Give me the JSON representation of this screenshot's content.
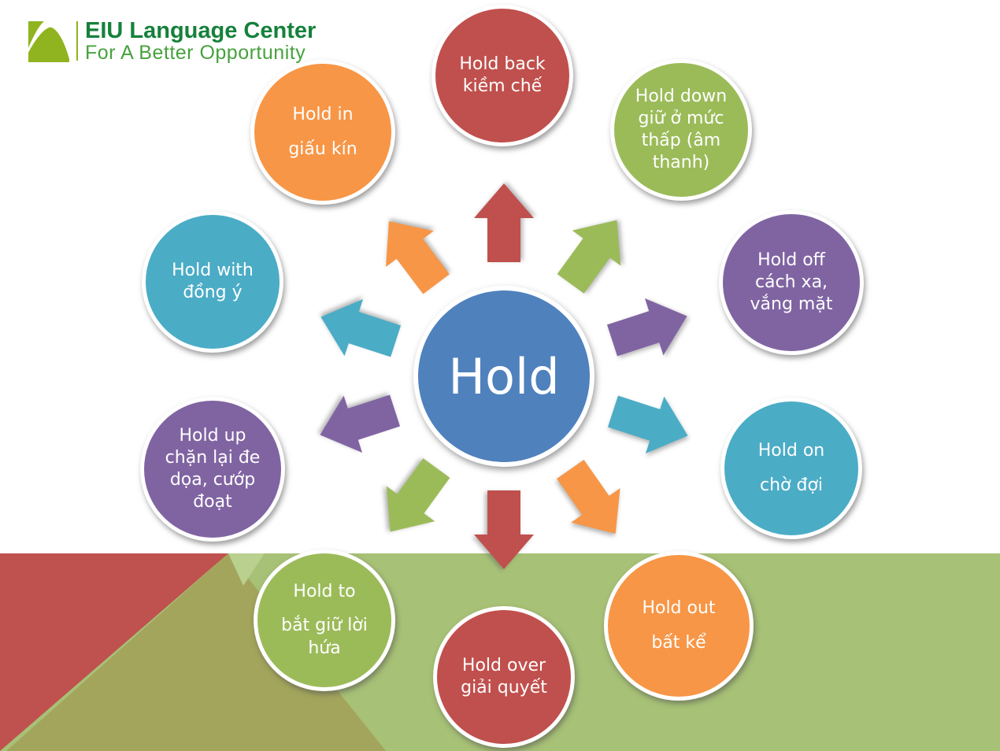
{
  "logo": {
    "title": "EIU Language Center",
    "subtitle": "For A Better Opportunity"
  },
  "center": {
    "label": "Hold"
  },
  "colors": {
    "red": "#C0504D",
    "green": "#9BBB59",
    "purple": "#8064A2",
    "teal": "#4BACC6",
    "orange": "#F79646",
    "blue": "#4F81BD",
    "band": "#A7C176",
    "band_light": "#B9D08F",
    "olive": "#A3A55C",
    "band_red": "#BF524F",
    "logo_mark": "#90B41F",
    "logo_title": "#15813B",
    "logo_subtitle": "#46A23D",
    "text": "#FFFFFF"
  },
  "circles": [
    {
      "id": "hold-back",
      "label": "Hold back",
      "meaning": "kiềm chế",
      "color": "red",
      "spaced": false
    },
    {
      "id": "hold-down",
      "label": "Hold down",
      "meaning": "giữ ở mức thấp (âm thanh)",
      "color": "green",
      "spaced": false
    },
    {
      "id": "hold-off",
      "label": "Hold off",
      "meaning": "cách xa, vắng mặt",
      "color": "purple",
      "spaced": false
    },
    {
      "id": "hold-on",
      "label": "Hold on",
      "meaning": "chờ đợi",
      "color": "teal",
      "spaced": true
    },
    {
      "id": "hold-out",
      "label": "Hold out",
      "meaning": "bất kể",
      "color": "orange",
      "spaced": true
    },
    {
      "id": "hold-over",
      "label": "Hold over",
      "meaning": "giải quyết",
      "color": "red",
      "spaced": false
    },
    {
      "id": "hold-to",
      "label": "Hold to",
      "meaning": "bắt giữ lời hứa",
      "color": "green",
      "spaced": true
    },
    {
      "id": "hold-up",
      "label": "Hold up",
      "meaning": "chặn lại đe dọa, cướp đoạt",
      "color": "purple",
      "spaced": false
    },
    {
      "id": "hold-with",
      "label": "Hold with",
      "meaning": "đồng ý",
      "color": "teal",
      "spaced": false
    },
    {
      "id": "hold-in",
      "label": "Hold in",
      "meaning": "giấu kín",
      "color": "orange",
      "spaced": true
    }
  ],
  "arrows": [
    {
      "target": "hold-back",
      "color": "red"
    },
    {
      "target": "hold-down",
      "color": "green"
    },
    {
      "target": "hold-off",
      "color": "purple"
    },
    {
      "target": "hold-on",
      "color": "teal"
    },
    {
      "target": "hold-out",
      "color": "orange"
    },
    {
      "target": "hold-over",
      "color": "red"
    },
    {
      "target": "hold-to",
      "color": "green"
    },
    {
      "target": "hold-up",
      "color": "purple"
    },
    {
      "target": "hold-with",
      "color": "teal"
    },
    {
      "target": "hold-in",
      "color": "orange"
    }
  ]
}
